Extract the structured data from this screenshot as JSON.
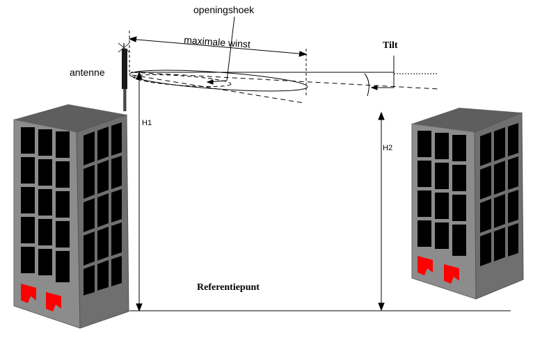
{
  "labels": {
    "openingshoek": "openingshoek",
    "maximale_winst": "maximale winst",
    "tilt": "Tilt",
    "antenne": "antenne",
    "h1": "H1",
    "h2": "H2",
    "referentiepunt": "Referentiepunt"
  },
  "colors": {
    "building_front": "#8c8c8c",
    "building_side": "#6f6f6f",
    "building_top": "#5e5e5e",
    "window": "#000000",
    "door": "#ff0000",
    "antenna": "#1a1a1a"
  }
}
